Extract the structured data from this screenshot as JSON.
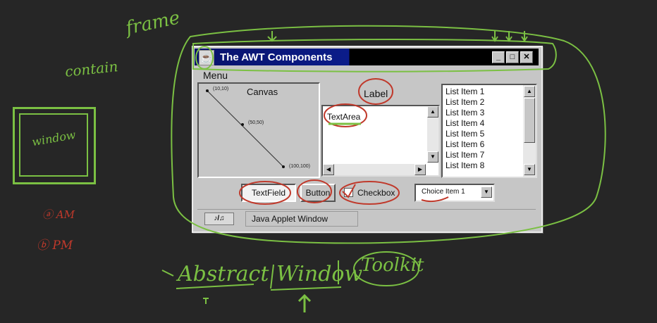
{
  "annotations": {
    "frame": "frame",
    "contain": "contain",
    "window": "window",
    "am": "AM",
    "pm": "PM",
    "abstract": "Abstract",
    "window_bottom": "Window",
    "toolkit": "Toolkit"
  },
  "awt_window": {
    "title": "The AWT Components",
    "controls": {
      "minimize": "_",
      "maximize": "□",
      "close": "✕"
    },
    "menu": "Menu",
    "canvas": {
      "title": "Canvas",
      "points": [
        {
          "label": "(10,10)"
        },
        {
          "label": "(50,50)"
        },
        {
          "label": "(100,100)"
        }
      ]
    },
    "label": "Label",
    "textarea": "TextArea",
    "list_items": [
      "List Item 1",
      "List Item 2",
      "List Item 3",
      "List Item 4",
      "List Item 5",
      "List Item 6",
      "List Item 7",
      "List Item 8"
    ],
    "textfield": "TextField",
    "button": "Button",
    "checkbox": "Checkbox",
    "choice": "Choice Item 1",
    "status_icon": "♪/♫",
    "status": "Java Applet Window"
  },
  "colors": {
    "background": "#262626",
    "annotation_green": "#7bc043",
    "annotation_red": "#c0392b",
    "titlebar": "#0b1c8a"
  }
}
